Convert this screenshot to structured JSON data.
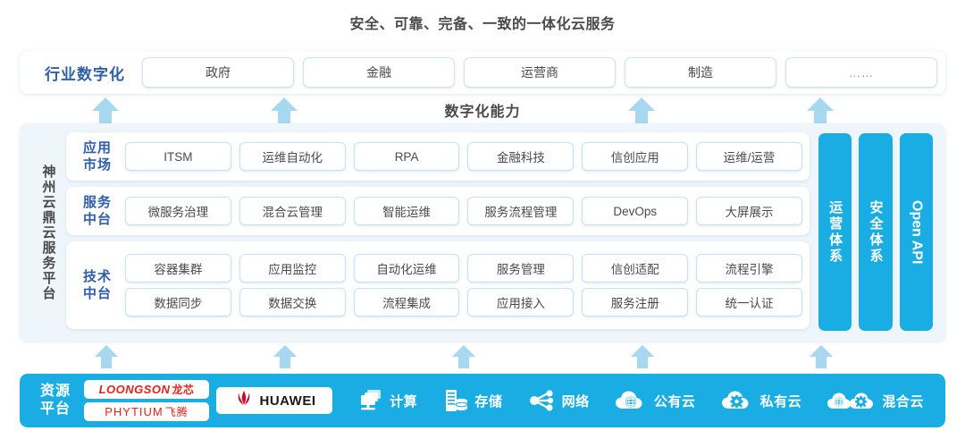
{
  "title": "安全、可靠、完备、一致的一体化云服务",
  "industry": {
    "label": "行业数字化",
    "items": [
      {
        "label": "政府"
      },
      {
        "label": "金融"
      },
      {
        "label": "运营商"
      },
      {
        "label": "制造"
      },
      {
        "label": "……"
      }
    ]
  },
  "capability_label": "数字化能力",
  "platform": {
    "vertical_label": "神州云鼎云服务平台",
    "layers": [
      {
        "label_line1": "应用",
        "label_line2": "市场",
        "rows": [
          [
            "ITSM",
            "运维自动化",
            "RPA",
            "金融科技",
            "信创应用",
            "运维/运营"
          ]
        ]
      },
      {
        "label_line1": "服务",
        "label_line2": "中台",
        "rows": [
          [
            "微服务治理",
            "混合云管理",
            "智能运维",
            "服务流程管理",
            "DevOps",
            "大屏展示"
          ]
        ]
      },
      {
        "label_line1": "技术",
        "label_line2": "中台",
        "rows": [
          [
            "容器集群",
            "应用监控",
            "自动化运维",
            "服务管理",
            "信创适配",
            "流程引擎"
          ],
          [
            "数据同步",
            "数据交换",
            "流程集成",
            "应用接入",
            "服务注册",
            "统一认证"
          ]
        ]
      }
    ],
    "vbars": [
      {
        "label": "运营体系",
        "latin": false
      },
      {
        "label": "安全体系",
        "latin": false
      },
      {
        "label": "Open API",
        "latin": true
      }
    ]
  },
  "resource": {
    "label_line1": "资源",
    "label_line2": "平台",
    "chips": [
      {
        "name": "LOONGSON",
        "cn": "龙芯",
        "style": "loongson"
      },
      {
        "name": "PHYTIUM",
        "cn": "飞腾",
        "style": "phytium"
      }
    ],
    "huawei_label": "HUAWEI",
    "items": [
      {
        "label": "计算",
        "icon": "compute-icon"
      },
      {
        "label": "存储",
        "icon": "storage-icon"
      },
      {
        "label": "网络",
        "icon": "network-icon"
      },
      {
        "label": "公有云",
        "icon": "public-cloud-icon"
      },
      {
        "label": "私有云",
        "icon": "private-cloud-icon"
      },
      {
        "label": "混合云",
        "icon": "hybrid-cloud-icon"
      }
    ]
  },
  "arrows": {
    "top_x": [
      118,
      318,
      718,
      918
    ],
    "bottom_x": [
      118,
      318,
      518,
      718,
      918
    ]
  },
  "colors": {
    "accent_blue": "#19ade4",
    "arrow_blue": "#a8d8f0",
    "label_blue": "#2f5fa8",
    "panel_bg": "#eef6fb",
    "text": "#4a4a4a",
    "logo_red": "#e2231a"
  }
}
